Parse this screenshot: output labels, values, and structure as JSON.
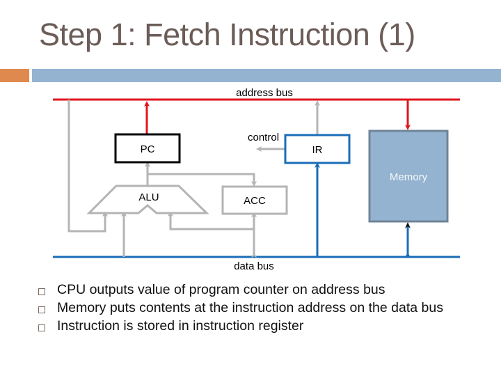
{
  "slide": {
    "title": "Step 1: Fetch Instruction (1)"
  },
  "diagram": {
    "address_bus_label": "address  bus",
    "data_bus_label": "data  bus",
    "control_label": "control",
    "components": {
      "pc": "PC",
      "ir": "IR",
      "alu": "ALU",
      "acc": "ACC",
      "memory": "Memory"
    },
    "colors": {
      "address_bus": "#e0141e",
      "data_bus": "#1a6eb8",
      "internal_path": "#b4b4b4",
      "pc_border": "#000000",
      "ir_border": "#1a6eb8",
      "memory_fill": "#94b3d0",
      "memory_border": "#6f8498"
    }
  },
  "bullets": [
    "CPU outputs value of program counter on address bus",
    "Memory puts contents at the instruction address on the data bus",
    "Instruction is stored in instruction register"
  ]
}
